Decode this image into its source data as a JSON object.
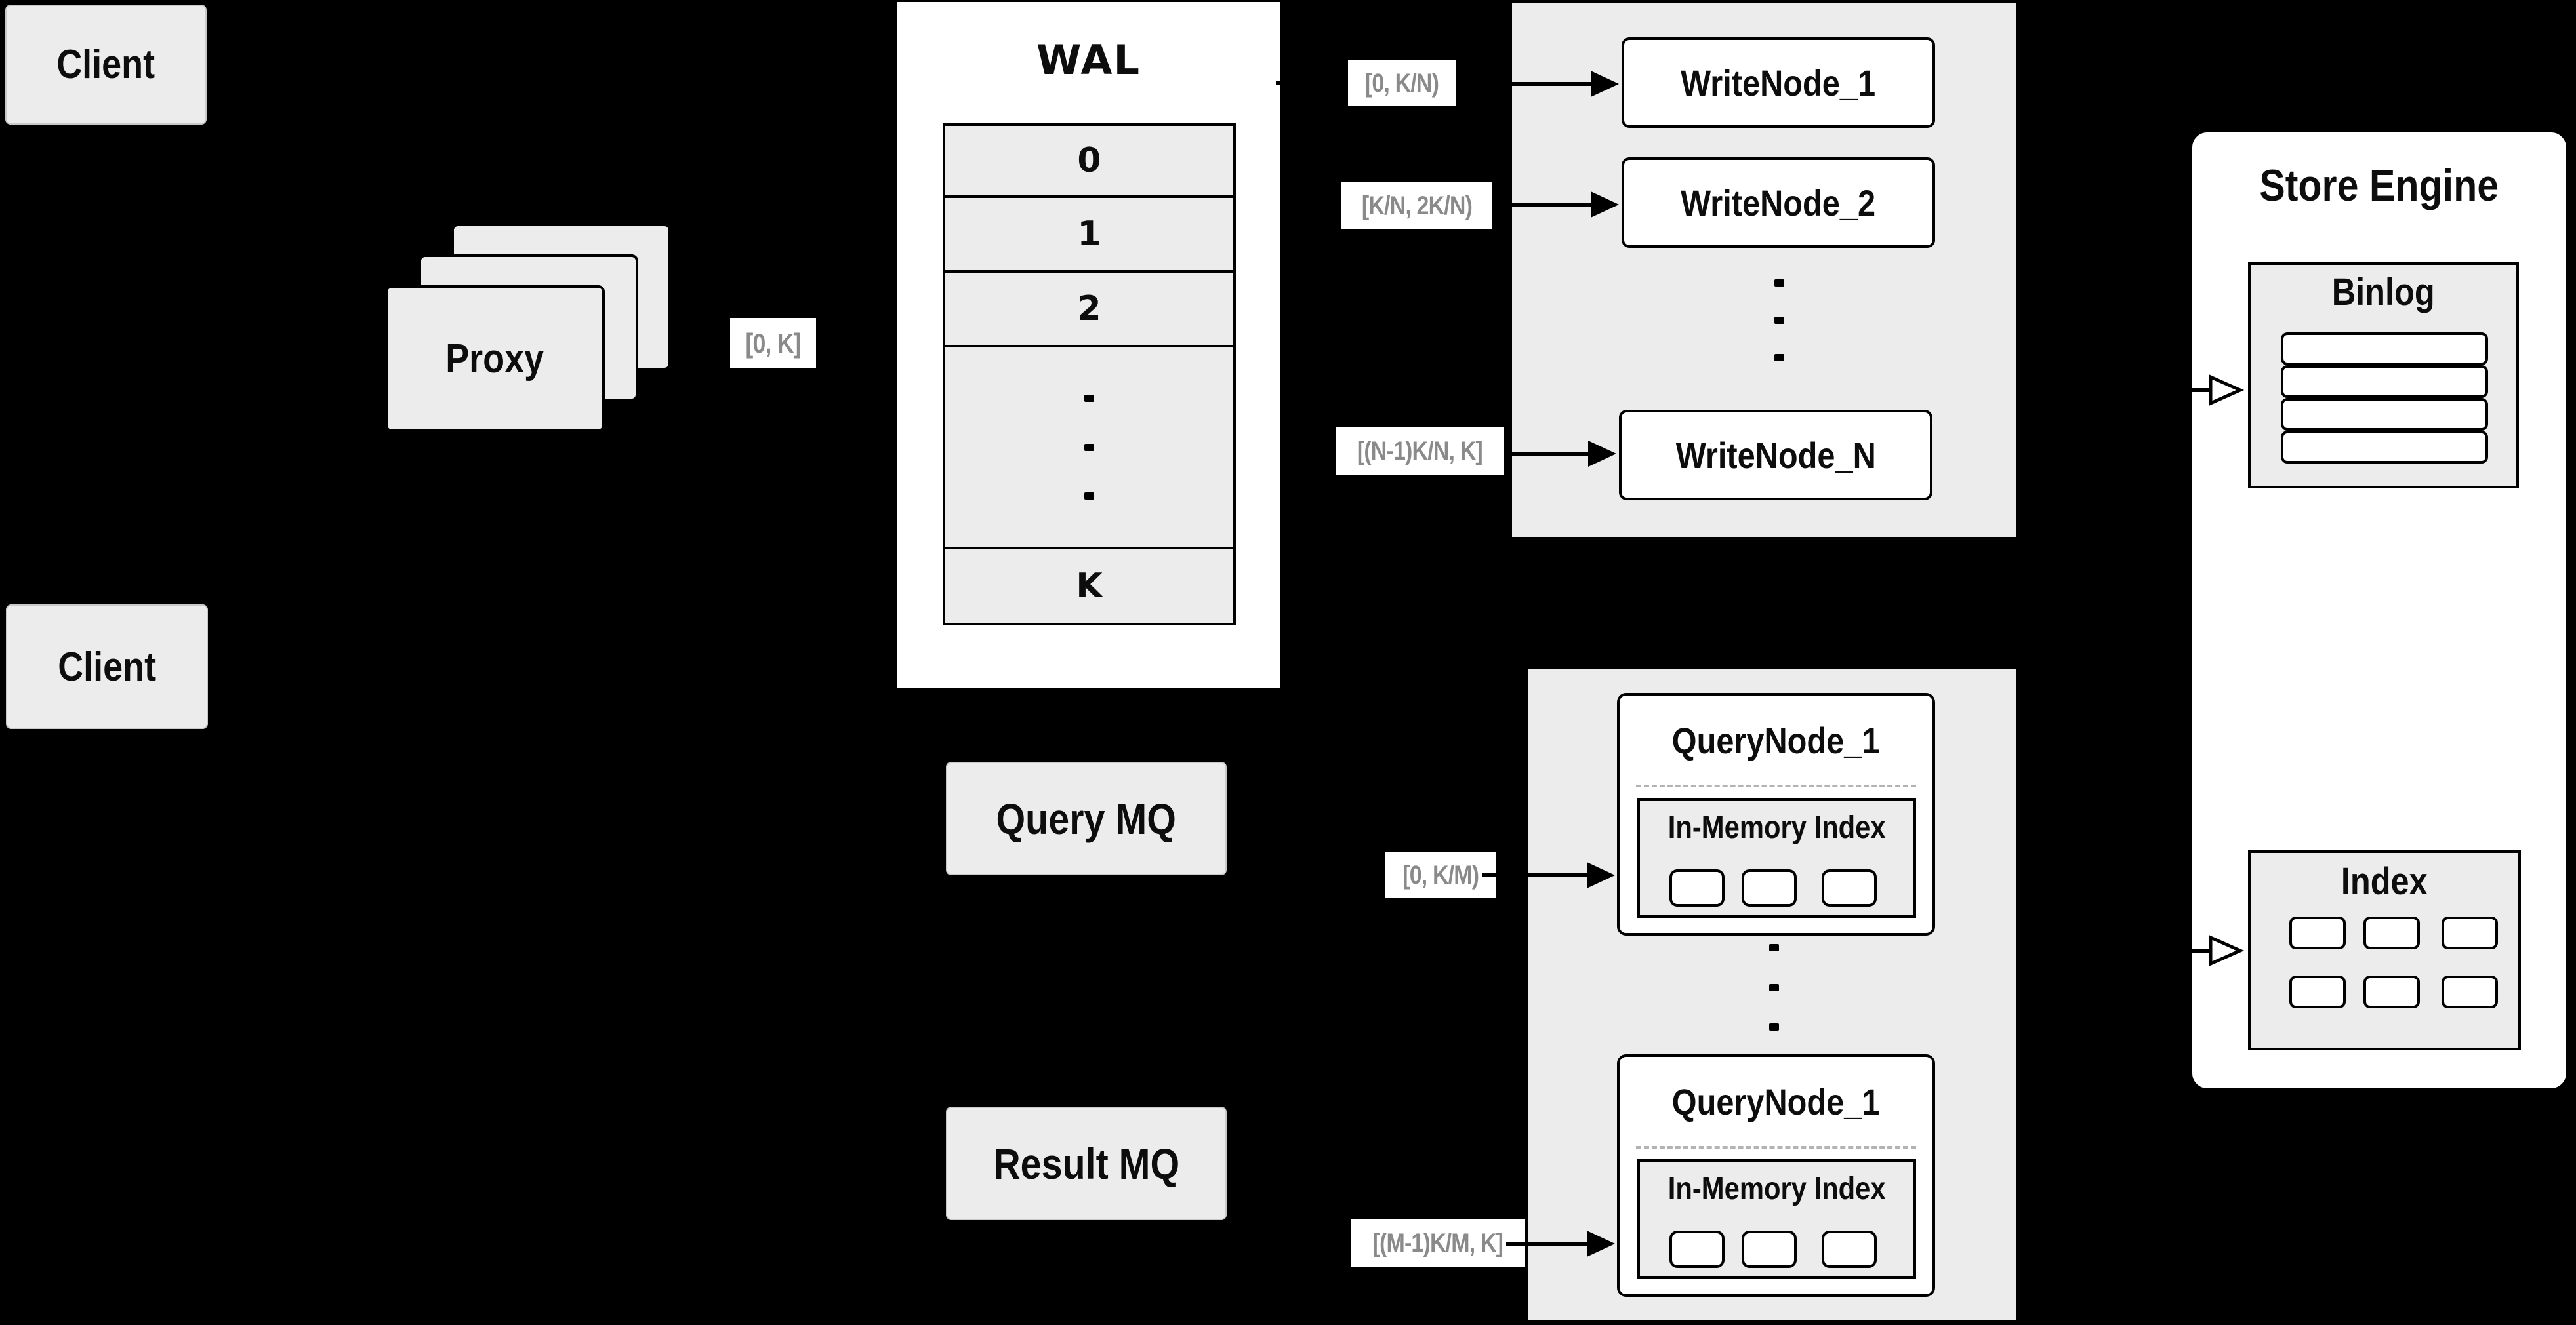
{
  "diagram": {
    "clients": {
      "top": "Client",
      "bottom": "Client"
    },
    "proxy": {
      "label": "Proxy"
    },
    "proxy_to_wal_range": "[0, K]",
    "wal": {
      "title": "WAL",
      "rows": [
        "0",
        "1",
        "2",
        "K"
      ]
    },
    "write": {
      "nodes": [
        "WriteNode_1",
        "WriteNode_2",
        "WriteNode_N"
      ],
      "ranges": [
        "[0, K/N)",
        "[K/N, 2K/N)",
        "[(N-1)K/N, K]"
      ]
    },
    "query": {
      "mq": "Query MQ",
      "result_mq": "Result MQ",
      "ranges": [
        "[0, K/M)",
        "[(M-1)K/M, K]"
      ],
      "nodes": [
        {
          "title": "QueryNode_1",
          "inner": "In-Memory Index"
        },
        {
          "title": "QueryNode_1",
          "inner": "In-Memory Index"
        }
      ]
    },
    "store": {
      "title": "Store Engine",
      "binlog": "Binlog",
      "index": "Index"
    },
    "colors": {
      "background": "#000000",
      "panel_gray": "#ececec",
      "white": "#ffffff",
      "border_black": "#000000",
      "range_text": "#8a8a8a"
    }
  }
}
